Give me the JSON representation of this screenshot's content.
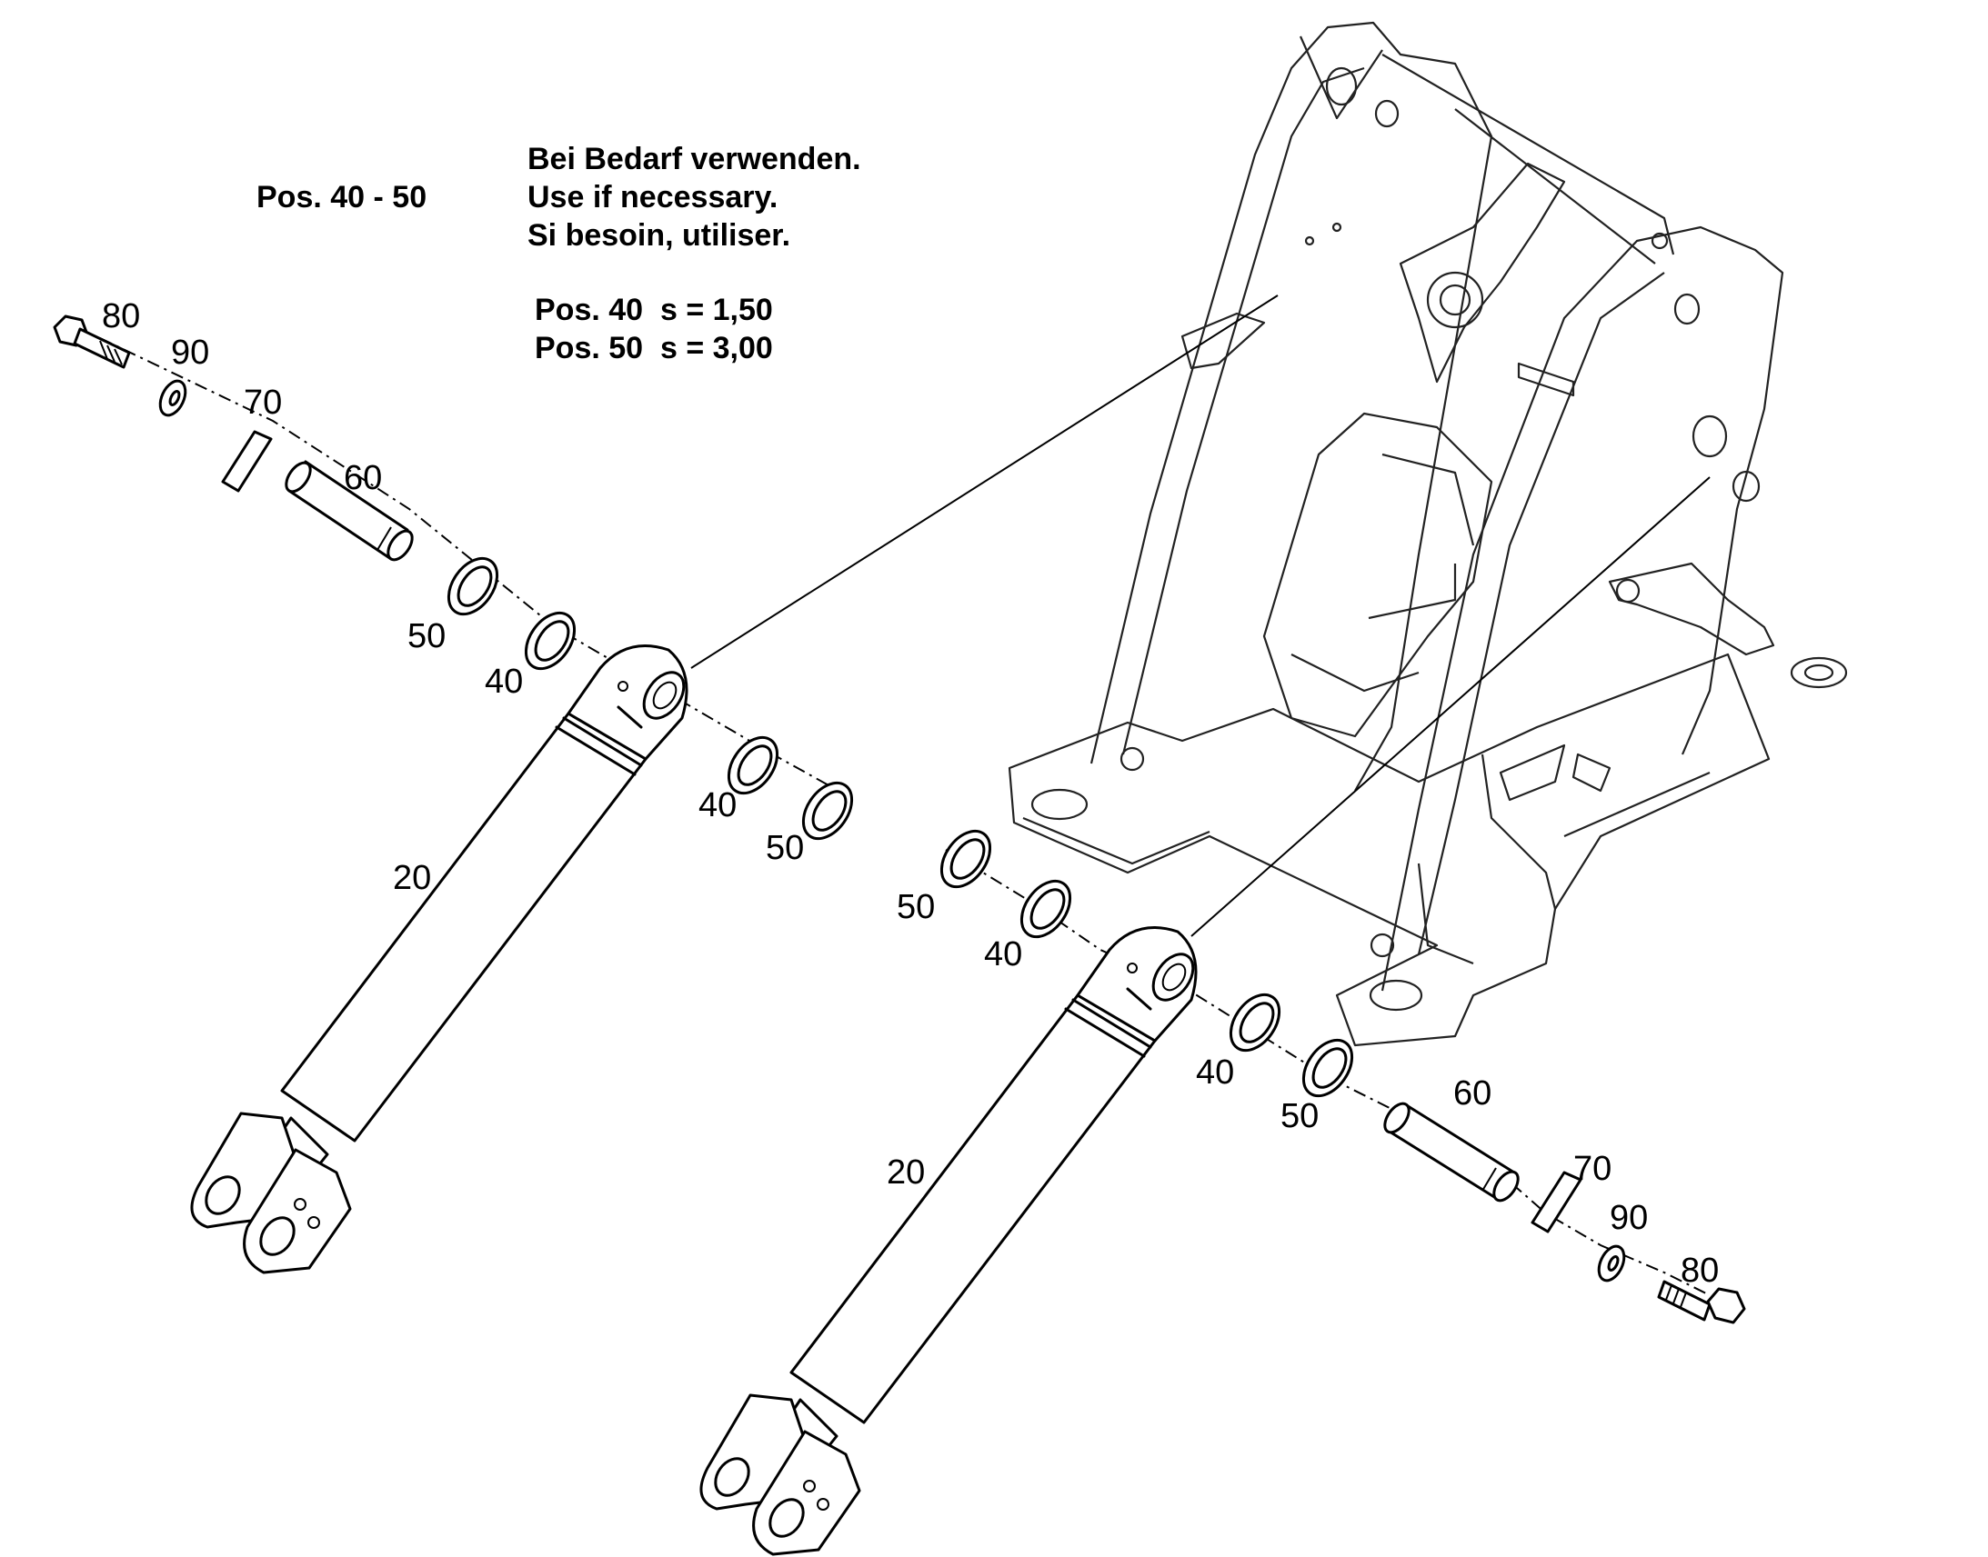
{
  "notes": {
    "pos_range": "Pos. 40 - 50",
    "lines": [
      "Bei Bedarf verwenden.",
      "Use if necessary.",
      "Si besoin, utiliser."
    ],
    "spec_40": "Pos. 40  s = 1,50",
    "spec_50": "Pos. 50  s = 3,00"
  },
  "labels": {
    "l80": "80",
    "l90": "90",
    "l70": "70",
    "l60": "60",
    "l50": "50",
    "l40": "40",
    "l20": "20"
  }
}
